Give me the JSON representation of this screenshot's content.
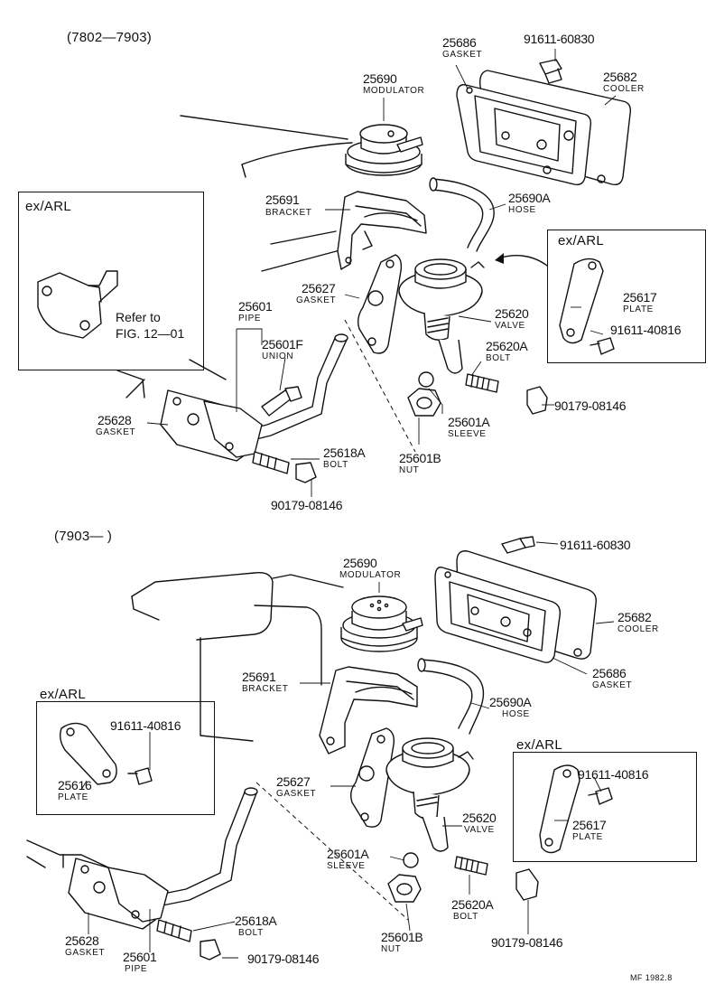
{
  "sections": [
    {
      "header": "(7802—7903)",
      "boxes": [
        {
          "title": "ex/ARL",
          "ref_line1": "Refer to",
          "ref_line2": "FIG. 12—01"
        },
        {
          "title": "ex/ARL"
        }
      ],
      "parts": {
        "p25686": {
          "num": "25686",
          "name": "GASKET"
        },
        "p91611_60830": {
          "num": "91611-60830"
        },
        "p25682": {
          "num": "25682",
          "name": "COOLER"
        },
        "p25690": {
          "num": "25690",
          "name": "MODULATOR"
        },
        "p25691": {
          "num": "25691",
          "name": "BRACKET"
        },
        "p25690A": {
          "num": "25690A",
          "name": "HOSE"
        },
        "p25627": {
          "num": "25627",
          "name": "GASKET"
        },
        "p25617": {
          "num": "25617",
          "name": "PLATE"
        },
        "p91611_40816": {
          "num": "91611-40816"
        },
        "p25601": {
          "num": "25601",
          "name": "PIPE"
        },
        "p25601F": {
          "num": "25601F",
          "name": "UNION"
        },
        "p25620": {
          "num": "25620",
          "name": "VALVE"
        },
        "p25620A": {
          "num": "25620A",
          "name": "BOLT"
        },
        "p90179_a": {
          "num": "90179-08146"
        },
        "p25628": {
          "num": "25628",
          "name": "GASKET"
        },
        "p25601A": {
          "num": "25601A",
          "name": "SLEEVE"
        },
        "p25618A": {
          "num": "25618A",
          "name": "BOLT"
        },
        "p25601B": {
          "num": "25601B",
          "name": "NUT"
        },
        "p90179_b": {
          "num": "90179-08146"
        }
      }
    },
    {
      "header": "(7903—      )",
      "boxes": [
        {
          "title": "ex/ARL"
        },
        {
          "title": "ex/ARL"
        }
      ],
      "parts": {
        "p25690": {
          "num": "25690",
          "name": "MODULATOR"
        },
        "p91611_60830": {
          "num": "91611-60830"
        },
        "p25682": {
          "num": "25682",
          "name": "COOLER"
        },
        "p25686": {
          "num": "25686",
          "name": "GASKET"
        },
        "p25691": {
          "num": "25691",
          "name": "BRACKET"
        },
        "p25690A": {
          "num": "25690A",
          "name": "HOSE"
        },
        "p91611_40816_l": {
          "num": "91611-40816"
        },
        "p25616": {
          "num": "25616",
          "name": "PLATE"
        },
        "p91611_40816_r": {
          "num": "91611-40816"
        },
        "p25627": {
          "num": "25627",
          "name": "GASKET"
        },
        "p25620": {
          "num": "25620",
          "name": "VALVE"
        },
        "p25617": {
          "num": "25617",
          "name": "PLATE"
        },
        "p25601A": {
          "num": "25601A",
          "name": "SLEEVE"
        },
        "p25618A": {
          "num": "25618A",
          "name": "BOLT"
        },
        "p25620A": {
          "num": "25620A",
          "name": "BOLT"
        },
        "p90179_a": {
          "num": "90179-08146"
        },
        "p25628": {
          "num": "25628",
          "name": "GASKET"
        },
        "p25601B": {
          "num": "25601B",
          "name": "NUT"
        },
        "p25601": {
          "num": "25601",
          "name": "PIPE"
        },
        "p90179_b": {
          "num": "90179-08146"
        }
      }
    }
  ],
  "footer": "MF  1982.8"
}
